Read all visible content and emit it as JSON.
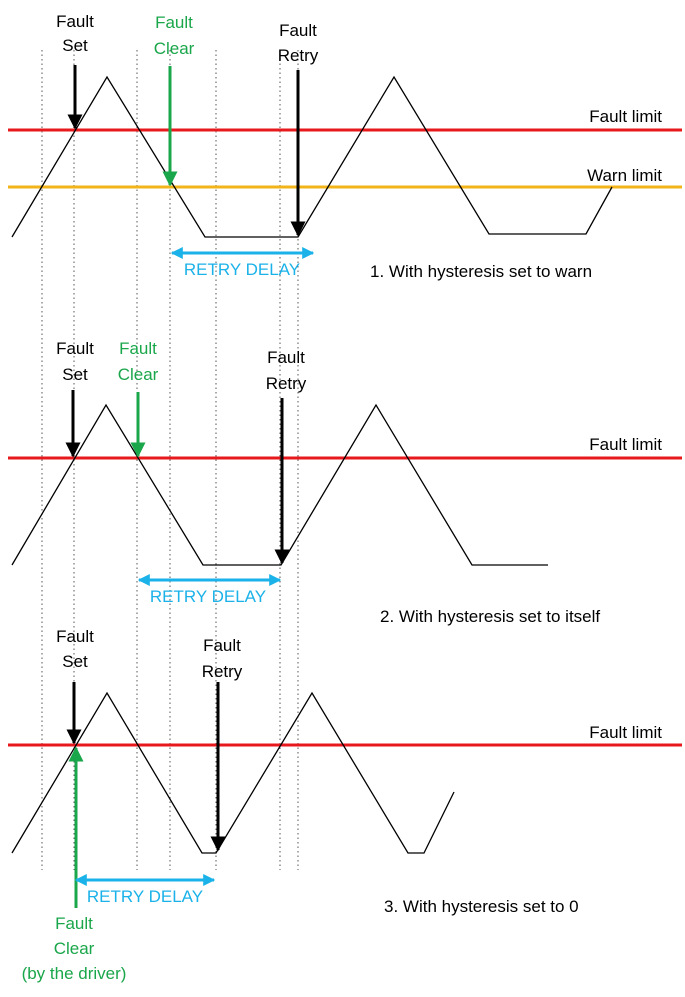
{
  "colors": {
    "fault_line": "#e8191c",
    "warn_line": "#f2b418",
    "signal": "#000000",
    "fault_set_arrow": "#000000",
    "fault_clear": "#1aa64a",
    "retry_delay": "#1ab2e8",
    "guide": "#555555"
  },
  "panels": [
    {
      "caption": "1. With hysteresis set to warn",
      "fault_limit_label": "Fault limit",
      "warn_limit_label": "Warn limit",
      "fault_set_label": [
        "Fault",
        "Set"
      ],
      "fault_clear_label": [
        "Fault",
        "Clear"
      ],
      "fault_retry_label": [
        "Fault",
        "Retry"
      ],
      "retry_delay_label": "RETRY DELAY"
    },
    {
      "caption": "2. With hysteresis set to itself",
      "fault_limit_label": "Fault limit",
      "fault_set_label": [
        "Fault",
        "Set"
      ],
      "fault_clear_label": [
        "Fault",
        "Clear"
      ],
      "fault_retry_label": [
        "Fault",
        "Retry"
      ],
      "retry_delay_label": "RETRY DELAY"
    },
    {
      "caption": "3. With hysteresis set to 0",
      "fault_limit_label": "Fault limit",
      "fault_set_label": [
        "Fault",
        "Set"
      ],
      "fault_retry_label": [
        "Fault",
        "Retry"
      ],
      "retry_delay_label": "RETRY DELAY",
      "fault_clear_label": [
        "Fault",
        "Clear",
        "(by the driver)"
      ]
    }
  ]
}
